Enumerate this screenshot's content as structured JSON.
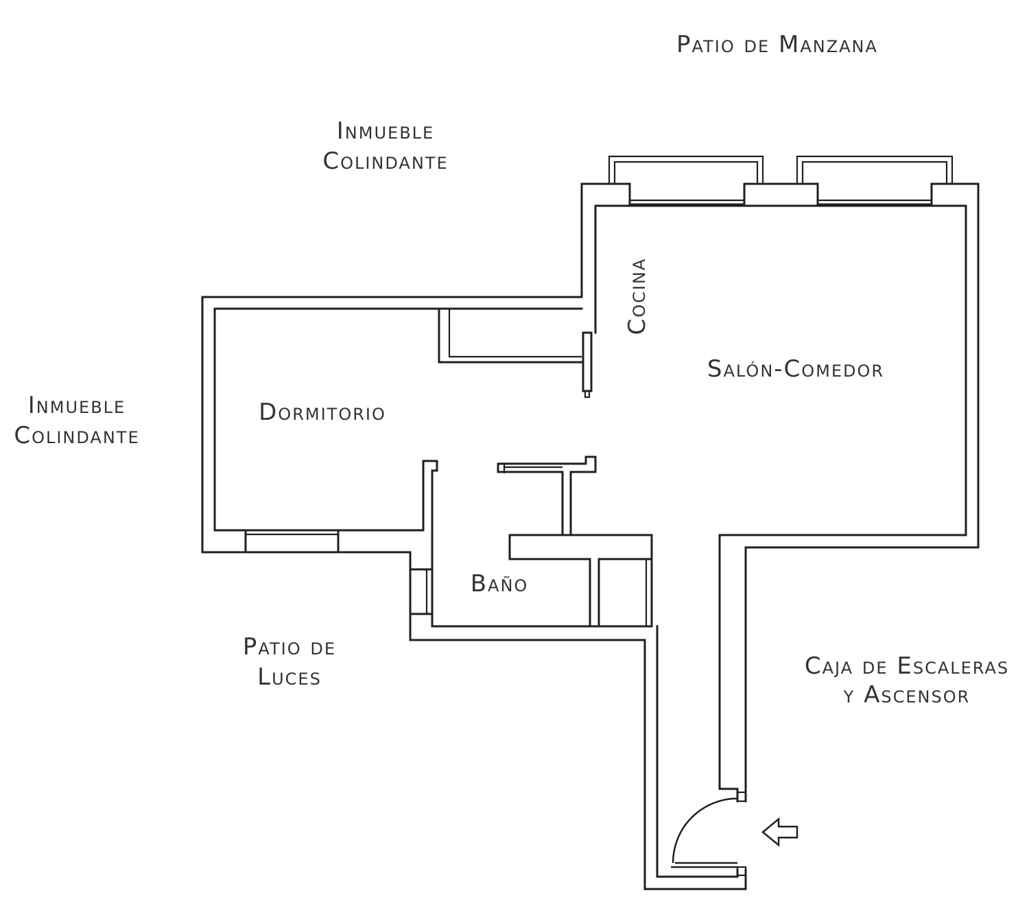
{
  "labels": {
    "patio_manzana": "Patio de Manzana",
    "inmueble_top_1": "Inmueble",
    "inmueble_top_2": "Colindante",
    "inmueble_left_1": "Inmueble",
    "inmueble_left_2": "Colindante",
    "cocina": "Cocina",
    "salon": "Salón-Comedor",
    "dormitorio": "Dormitorio",
    "bano": "Baño",
    "patio_luces_1": "Patio de",
    "patio_luces_2": "Luces",
    "caja_1": "Caja de Escaleras",
    "caja_2": "y Ascensor"
  },
  "colors": {
    "wall": "#1f1f1f",
    "text": "#333333",
    "background": "#ffffff"
  },
  "icons": {
    "entrance": "arrow-left-icon"
  }
}
